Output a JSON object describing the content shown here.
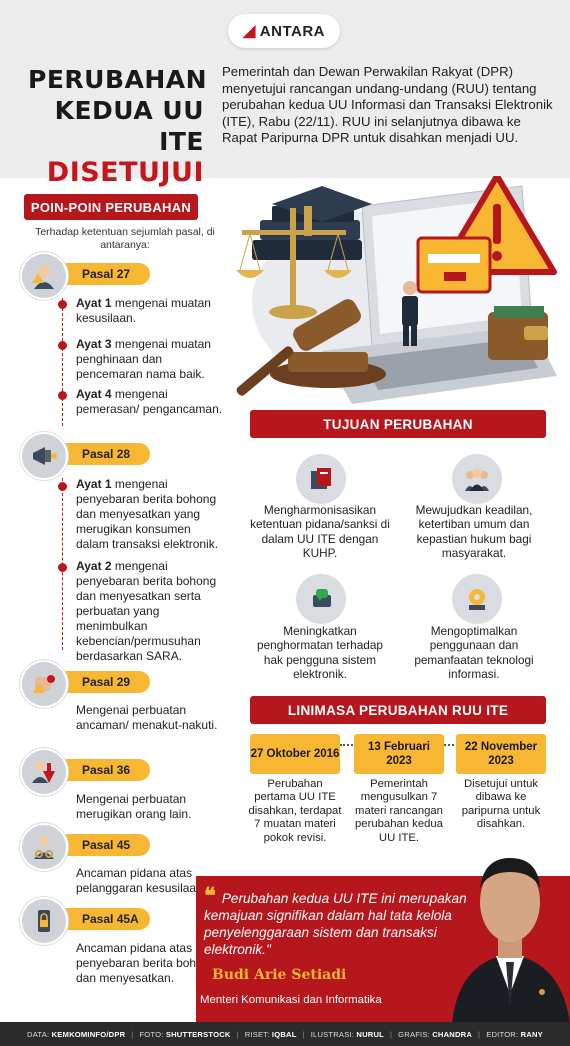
{
  "brand": {
    "logo_text": "ANTARA"
  },
  "header": {
    "title_line1": "PERUBAHAN",
    "title_line2": "KEDUA UU ITE",
    "title_line3": "DISETUJUI",
    "intro": "Pemerintah dan Dewan Perwakilan Rakyat (DPR) menyetujui rancangan undang-undang (RUU) tentang perubahan kedua UU Informasi dan Transaksi Elektronik (ITE), Rabu (22/11). RUU ini selanjutnya dibawa ke Rapat Paripurna DPR untuk disahkan menjadi UU."
  },
  "poin": {
    "heading": "POIN-POIN PERUBAHAN",
    "intro": "Terhadap ketentuan sejumlah pasal, di antaranya:",
    "pasal27": {
      "label": "Pasal 27",
      "ayat1_label": "Ayat 1",
      "ayat1_text": " mengenai muatan kesusilaan.",
      "ayat3_label": "Ayat 3",
      "ayat3_text": " mengenai muatan penghinaan dan pencemaran nama baik.",
      "ayat4_label": "Ayat 4",
      "ayat4_text": " mengenai pemerasan/ pengancaman."
    },
    "pasal28": {
      "label": "Pasal 28",
      "ayat1_label": "Ayat 1",
      "ayat1_text": " mengenai penyebaran berita bohong dan menyesatkan yang merugikan konsumen dalam transaksi elektronik.",
      "ayat2_label": "Ayat 2",
      "ayat2_text": " mengenai penyebaran berita bohong dan menyesatkan serta perbuatan yang menimbulkan kebencian/permusuhan berdasarkan SARA."
    },
    "pasal29": {
      "label": "Pasal 29",
      "desc": "Mengenai perbuatan ancaman/ menakut-nakuti."
    },
    "pasal36": {
      "label": "Pasal 36",
      "desc": "Mengenai perbuatan merugikan orang lain."
    },
    "pasal45": {
      "label": "Pasal 45",
      "desc": "Ancaman pidana atas pelanggaran kesusilaan."
    },
    "pasal45a": {
      "label": "Pasal 45A",
      "desc": "Ancaman pidana atas penyebaran berita bohong dan menyesatkan."
    }
  },
  "tujuan": {
    "heading": "TUJUAN PERUBAHAN",
    "items": [
      "Mengharmonisasikan ketentuan pidana/sanksi di dalam UU ITE dengan KUHP.",
      "Mewujudkan keadilan, ketertiban umum dan kepastian hukum bagi masyarakat.",
      "Meningkatkan penghormatan terhadap hak pengguna sistem elektronik.",
      "Mengoptimalkan penggunaan dan pemanfaatan teknologi informasi."
    ]
  },
  "linimasa": {
    "heading": "LINIMASA PERUBAHAN RUU ITE",
    "items": [
      {
        "date": "27 Oktober 2016",
        "text": "Perubahan pertama UU ITE disahkan, terdapat 7 muatan materi pokok revisi."
      },
      {
        "date": "13 Februari 2023",
        "text": "Pemerintah mengusulkan 7 materi rancangan perubahan kedua UU ITE."
      },
      {
        "date": "22 November 2023",
        "text": "Disetujui untuk dibawa ke paripurna untuk disahkan."
      }
    ]
  },
  "quote": {
    "text": "Perubahan kedua UU ITE ini merupakan kemajuan signifikan dalam hal tata kelola penyelenggaraan sistem dan transaksi elektronik.\"",
    "name": "Budi Arie Setiadi",
    "role": "Menteri Komunikasi dan Informatika"
  },
  "credits": {
    "data_k": "DATA:",
    "data_v": "KEMKOMINFO/DPR",
    "foto_k": "FOTO:",
    "foto_v": "SHUTTERSTOCK",
    "riset_k": "RISET:",
    "riset_v": "IQBAL",
    "ilus_k": "ILUSTRASI:",
    "ilus_v": "NURUL",
    "grafis_k": "GRAFIS:",
    "grafis_v": "CHANDRA",
    "editor_k": "EDITOR:",
    "editor_v": "RANY"
  },
  "colors": {
    "red": "#b5171d",
    "yellow": "#f7b733",
    "gray": "#ececec"
  },
  "icons": [
    "gavel-icon",
    "scales-icon",
    "books-icon",
    "warning-icon",
    "laptop-icon",
    "wallet-icon",
    "megaphone-icon",
    "people-icon",
    "chat-icon",
    "gear-icon"
  ]
}
